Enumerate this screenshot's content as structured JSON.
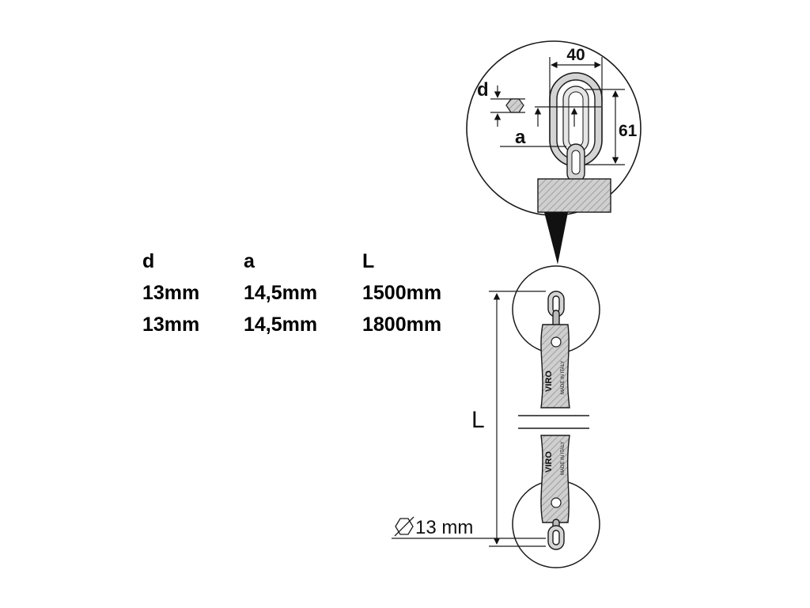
{
  "table": {
    "headers": [
      "d",
      "a",
      "L"
    ],
    "rows": [
      [
        "13mm",
        "14,5mm",
        "1500mm"
      ],
      [
        "13mm",
        "14,5mm",
        "1800mm"
      ]
    ]
  },
  "detail": {
    "width_label": "40",
    "height_label": "61",
    "d_label": "d",
    "a_label": "a"
  },
  "chain": {
    "length_label": "L",
    "diameter_label": "13 mm",
    "brand_text": "VIRO",
    "origin_text": "MADE IN ITALY"
  },
  "colors": {
    "line": "#1a1a1a",
    "hatch_fill": "#c9c9c9",
    "link_fill": "#d4d4d4"
  }
}
